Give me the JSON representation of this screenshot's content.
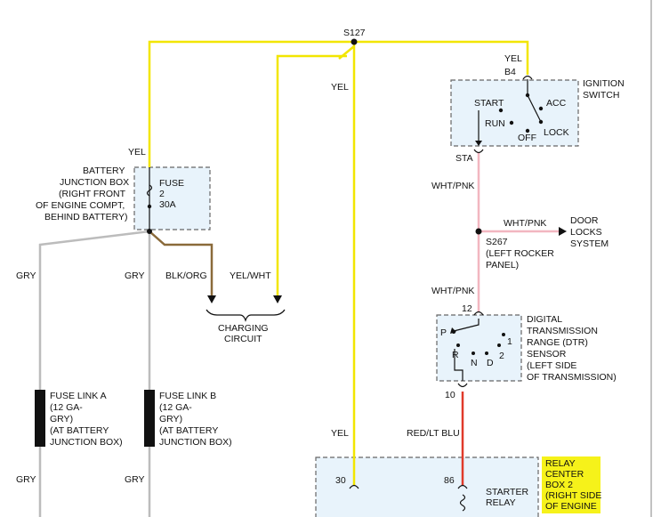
{
  "splices": {
    "s127": "S127",
    "s267": [
      "S267",
      "(LEFT ROCKER",
      "PANEL)"
    ]
  },
  "ignition_switch": {
    "label": [
      "IGNITION",
      "SWITCH"
    ],
    "pin_b4": "B4",
    "pin_sta": "STA",
    "positions": {
      "start": "START",
      "acc": "ACC",
      "run": "RUN",
      "off": "OFF",
      "lock": "LOCK"
    }
  },
  "battery_junction_box": {
    "label": [
      "BATTERY",
      "JUNCTION BOX",
      "(RIGHT FRONT",
      "OF ENGINE COMPT,",
      "BEHIND BATTERY)"
    ],
    "fuse": [
      "FUSE",
      "2",
      "30A"
    ]
  },
  "wire_colors": {
    "yel": "YEL",
    "gry": "GRY",
    "blk_org": "BLK/ORG",
    "yel_wht": "YEL/WHT",
    "wht_pnk": "WHT/PNK",
    "red_lt_blu": "RED/LT BLU"
  },
  "charging_circuit": [
    "CHARGING",
    "CIRCUIT"
  ],
  "door_locks": [
    "DOOR",
    "LOCKS",
    "SYSTEM"
  ],
  "dtr_sensor": {
    "label": [
      "DIGITAL",
      "TRANSMISSION",
      "RANGE (DTR)",
      "SENSOR",
      "(LEFT SIDE",
      "OF TRANSMISSION)"
    ],
    "pin_in": "12",
    "pin_out": "10",
    "positions": {
      "p": "P",
      "r": "R",
      "n": "N",
      "d": "D",
      "two": "2",
      "one": "1"
    }
  },
  "fuse_link_a": [
    "FUSE LINK A",
    "(12 GA-",
    "GRY)",
    "(AT BATTERY",
    "JUNCTION BOX)"
  ],
  "fuse_link_b": [
    "FUSE LINK B",
    "(12 GA-",
    "GRY)",
    "(AT BATTERY",
    "JUNCTION BOX)"
  ],
  "relay_center": {
    "label": [
      "RELAY",
      "CENTER",
      "BOX 2",
      "(RIGHT SIDE",
      "OF ENGINE"
    ],
    "pin_30": "30",
    "pin_86": "86",
    "starter_relay": [
      "STARTER",
      "RELAY"
    ]
  },
  "highlight_color": "#f6f21a"
}
